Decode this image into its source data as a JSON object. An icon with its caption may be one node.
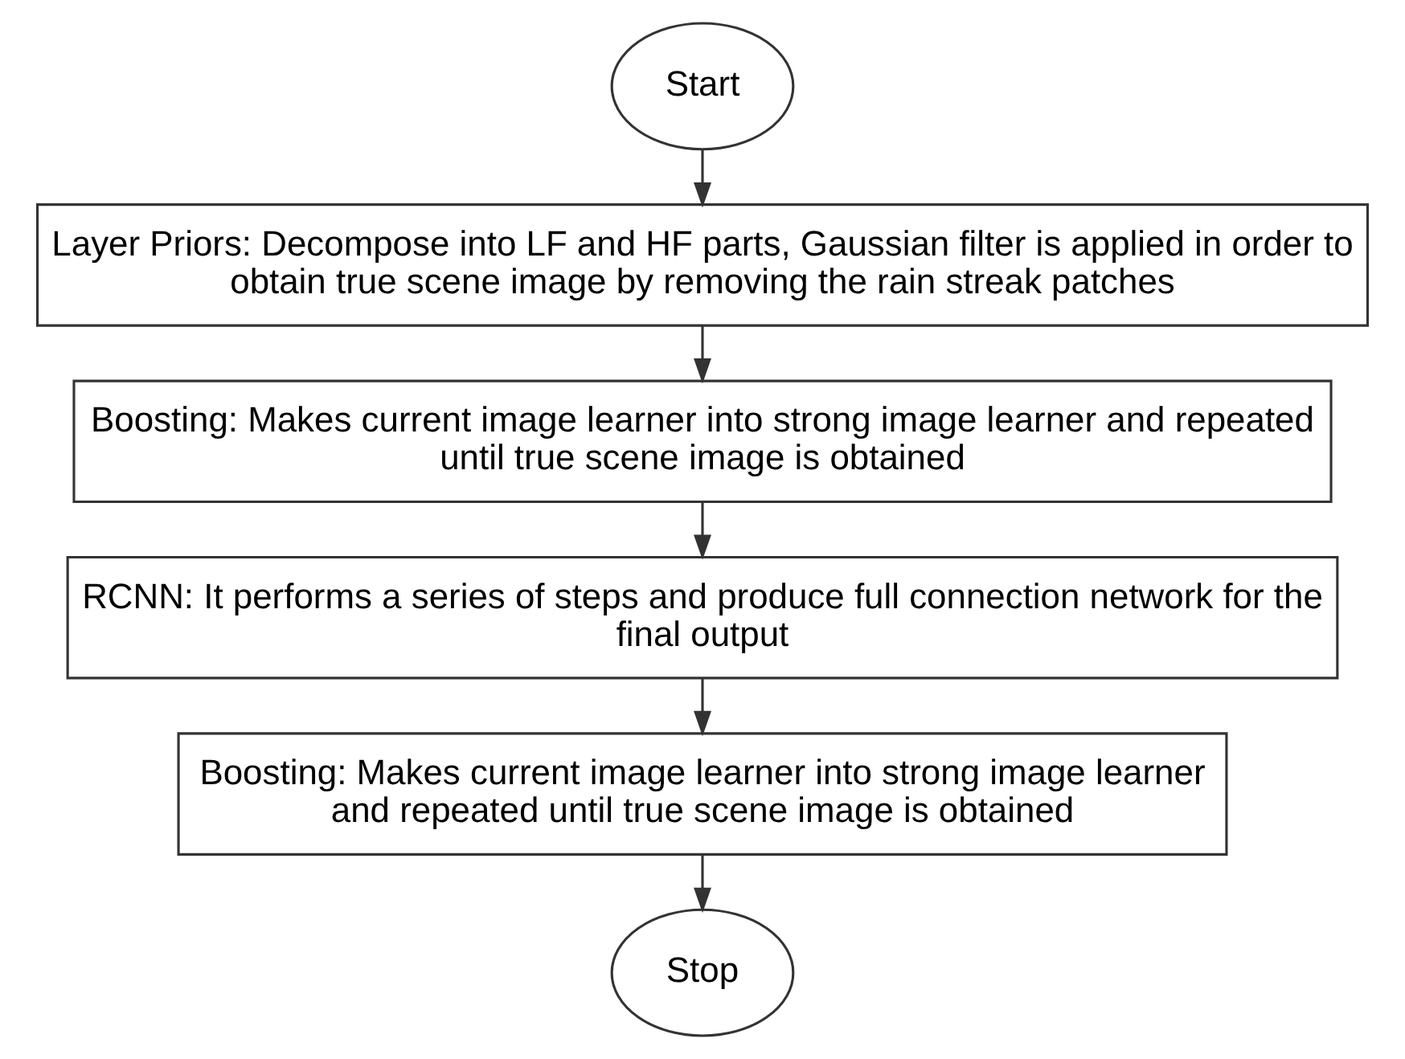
{
  "diagram": {
    "nodes": [
      {
        "text": [
          "Start"
        ]
      },
      {
        "text": [
          "Layer Priors: Decompose into LF and HF parts, Gaussian filter is applied in order to obtain true scene image by removing the rain streak patches"
        ]
      },
      {
        "text": [
          "Boosting: Makes current image learner into strong image learner and repeated until true scene image is obtained"
        ]
      },
      {
        "text": [
          "RCNN: It performs a series of steps and produce full connection network for the final output"
        ]
      },
      {
        "text": [
          "Boosting: Makes current image learner into strong image learner and repeated until true scene image is obtained"
        ]
      },
      {
        "text": [
          "Stop"
        ]
      }
    ],
    "edges": [
      {
        "from": 0,
        "to": 1,
        "arrow": "to"
      },
      {
        "from": 1,
        "to": 2,
        "arrow": "to"
      },
      {
        "from": 2,
        "to": 3,
        "arrow": "to"
      },
      {
        "from": 3,
        "to": 4,
        "arrow": "to"
      },
      {
        "from": 4,
        "to": 5,
        "arrow": "to"
      }
    ]
  }
}
